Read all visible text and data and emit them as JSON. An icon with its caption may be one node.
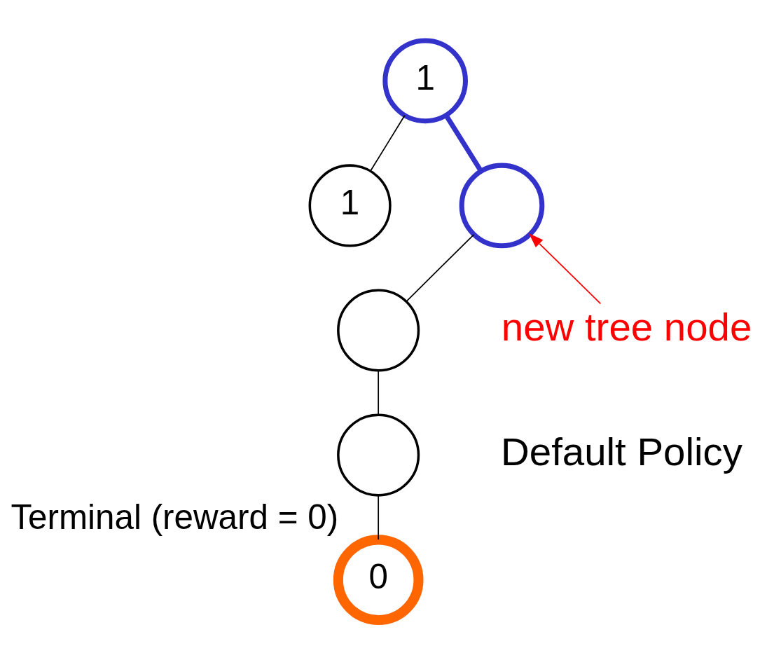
{
  "diagram": {
    "nodes": [
      {
        "text": [
          "1"
        ]
      },
      {
        "text": [
          "1"
        ]
      },
      {
        "text": [],
        "shape": "circle"
      },
      {
        "text": [],
        "shape": "circle"
      },
      {
        "text": [],
        "shape": "circle"
      },
      {
        "text": [
          "0"
        ],
        "beside": [
          "Terminal (reward = 0)"
        ]
      },
      {
        "text": [
          "new tree node"
        ]
      }
    ],
    "edges": [
      {
        "from": 0,
        "to": 1,
        "arrow": "none"
      },
      {
        "from": 0,
        "to": 2,
        "arrow": "none",
        "style": "thick",
        "color": "#3333cc"
      },
      {
        "from": 2,
        "to": 3,
        "arrow": "none"
      },
      {
        "from": 3,
        "to": 4,
        "arrow": "none"
      },
      {
        "from": 4,
        "to": 5,
        "arrow": "none"
      },
      {
        "from": 6,
        "to": 2,
        "arrow": "to",
        "color": "#ff0000"
      }
    ],
    "labels": [
      "Default Policy"
    ]
  }
}
